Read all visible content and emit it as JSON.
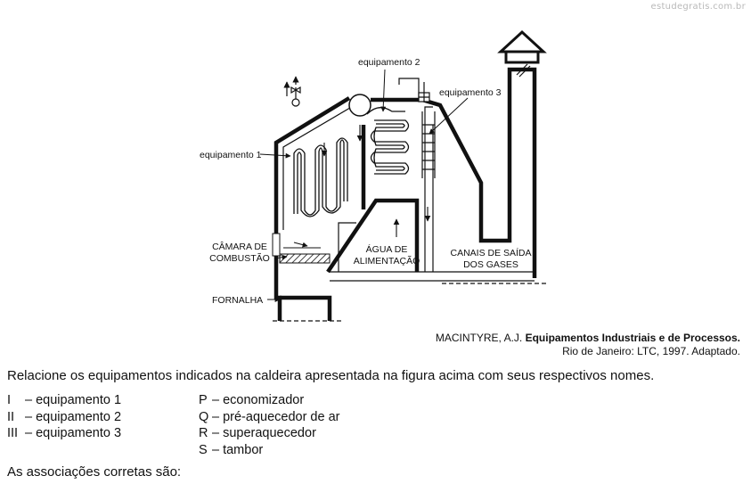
{
  "watermark": "estudegratis.com.br",
  "diagram": {
    "labels": {
      "equip1": "equipamento 1",
      "equip2": "equipamento 2",
      "equip3": "equipamento 3",
      "camara_line1": "CÂMARA DE",
      "camara_line2": "COMBUSTÃO",
      "agua_line1": "ÁGUA DE",
      "agua_line2": "ALIMENTAÇÃO",
      "canais_line1": "CANAIS DE SAÍDA",
      "canais_line2": "DOS GASES",
      "fornalha": "FORNALHA"
    }
  },
  "citation": {
    "author": "MACINTYRE, A.J.",
    "title": "Equipamentos Industriais e de Processos.",
    "publisher": "Rio de Janeiro: LTC, 1997. Adaptado."
  },
  "question": "Relacione os equipamentos indicados na caldeira apresentada na figura acima com seus respectivos nomes.",
  "left_items": [
    {
      "roman": "I",
      "text": "–  equipamento 1"
    },
    {
      "roman": "II",
      "text": "–  equipamento 2"
    },
    {
      "roman": "III",
      "text": "–  equipamento 3"
    }
  ],
  "right_items": [
    {
      "letter": "P",
      "text": "–  economizador"
    },
    {
      "letter": "Q",
      "text": "–  pré-aquecedor de ar"
    },
    {
      "letter": "R",
      "text": "–  superaquecedor"
    },
    {
      "letter": "S",
      "text": "–  tambor"
    }
  ],
  "answer_intro": "As associações corretas são:"
}
